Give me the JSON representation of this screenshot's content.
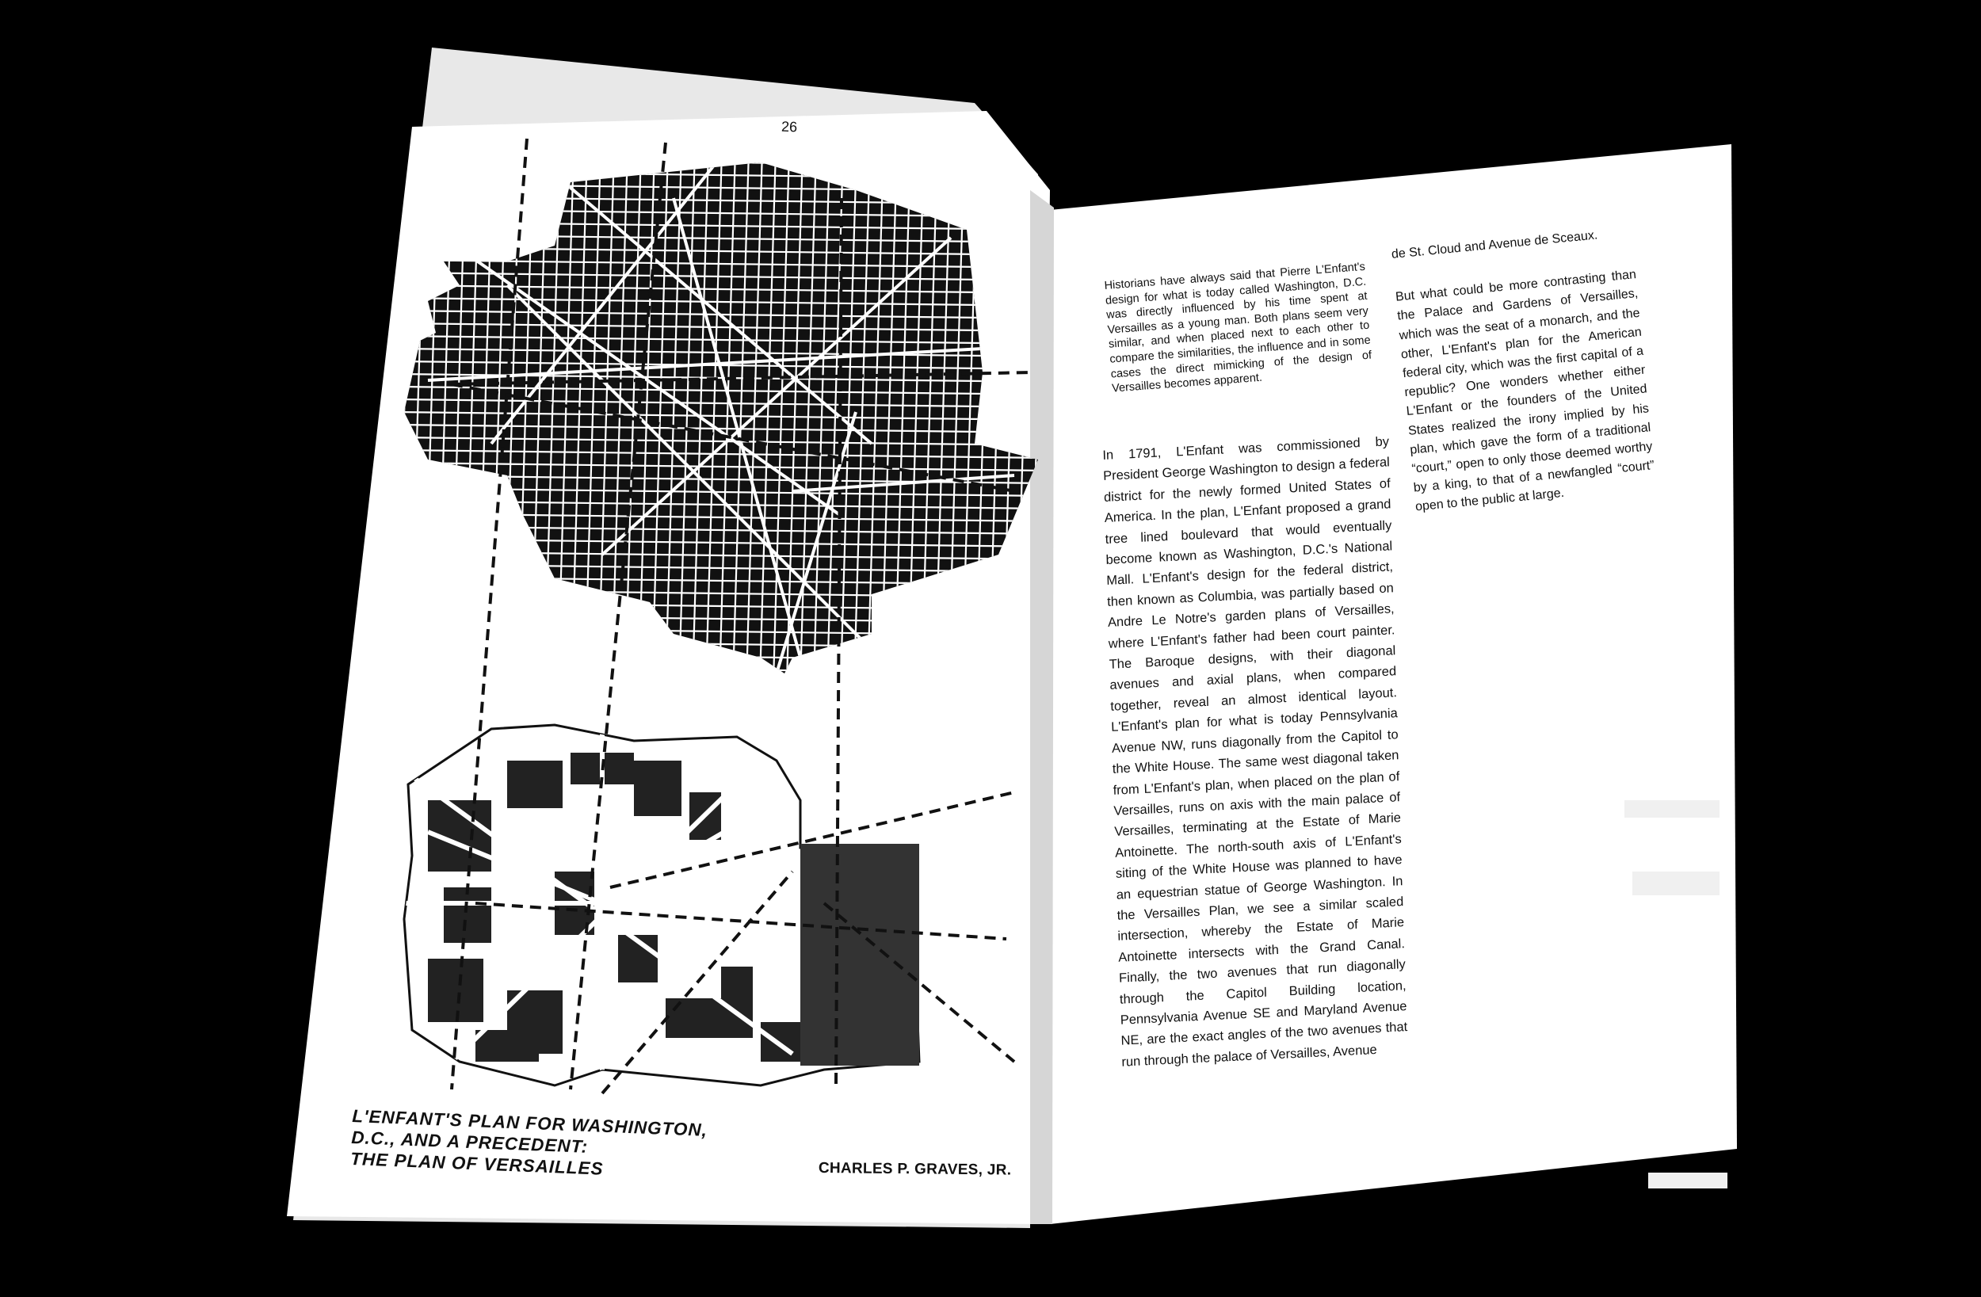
{
  "document": {
    "page_number": "26",
    "title_lines": [
      "L'ENFANT'S PLAN FOR WASHINGTON,",
      "D.C., AND A PRECEDENT:",
      "THE PLAN OF VERSAILLES"
    ],
    "author": "CHARLES P. GRAVES, JR.",
    "paragraph_1": "Historians have always said that Pierre L'Enfant's design for what is today called Washington, D.C. was directly influenced by his time spent at Versailles as a young man. Both plans seem very similar, and when placed next to each other to compare the similarities, the influence and in some cases the direct mimicking of the design of Versailles becomes apparent.",
    "paragraph_2": "In 1791, L'Enfant was commissioned by President George Washington to design a federal district for the newly formed United States of America. In the plan, L'Enfant proposed a grand tree lined boulevard that would eventually become known as Washington, D.C.'s National Mall. L'Enfant's design for the federal district, then known as Columbia, was partially based on Andre Le Notre's garden plans of Versailles, where L'Enfant's father had been court painter. The Baroque designs, with their diagonal avenues and axial plans, when compared together, reveal an almost identical layout. L'Enfant's plan for what is today Pennsylvania Avenue NW, runs diagonally from the Capitol to the White House. The same west diagonal taken from L'Enfant's plan, when placed on the plan of Versailles, runs on axis with the main palace of Versailles, terminating at the Estate of Marie Antoinette. The north-south axis of L'Enfant's siting of the White House was planned to have an equestrian statue of George Washington. In the Versailles Plan, we see a similar scaled intersection, whereby the Estate of Marie Antoinette intersects with the Grand Canal. Finally, the two avenues that run diagonally through the Capitol Building location, Pennsylvania Avenue SE and Maryland Avenue NE, are the exact angles of the two avenues that run through the palace of Versailles, Avenue",
    "paragraph_2_continued": "de St. Cloud and Avenue de Sceaux.",
    "paragraph_3": "But what could be more contrasting than the Palace and Gardens of Versailles, which was the seat of a monarch, and the other, L'Enfant's plan for the American federal city, which was the first capital of a republic? One wonders whether either L'Enfant or the founders of the United States realized the irony implied by his plan, which gave the form of a traditional “court,” open to only those deemed worthy by a king, to that of a newfangled “court” open to the public at large."
  },
  "colors": {
    "background": "#000000",
    "paper": "#ffffff",
    "ink": "#111111"
  }
}
